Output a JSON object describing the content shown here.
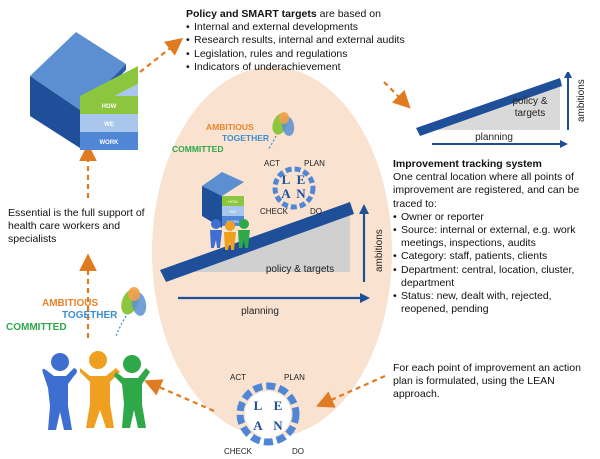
{
  "policy_block": {
    "title_bold": "Policy and SMART targets",
    "title_rest": " are based on",
    "items": [
      "Internal and external developments",
      "Research results, internal and external audits",
      "Legislation, rules and regulations",
      "Indicators of underachievement"
    ]
  },
  "house": {
    "levels": [
      "HOW",
      "WE",
      "WORK"
    ]
  },
  "small_ramp": {
    "policy_label": "policy &",
    "targets_label": "targets",
    "ambitions_label": "ambitions",
    "planning_label": "planning"
  },
  "center": {
    "tags": {
      "ambitious": "AMBITIOUS",
      "together": "TOGETHER",
      "committed": "COMMITTED"
    },
    "pdca": {
      "act": "ACT",
      "plan": "PLAN",
      "check": "CHECK",
      "do": "DO"
    },
    "lean": [
      "L",
      "E",
      "A",
      "N"
    ],
    "house_levels": [
      "HOW",
      "WE",
      "WORK"
    ],
    "ramp_label": "policy & targets",
    "ambitions_label": "ambitions",
    "planning_label": "planning"
  },
  "tracking": {
    "title": "Improvement tracking system",
    "intro": "One central location where all points of improvement are registered, and can be traced to:",
    "items": [
      "Owner or reporter",
      "Source: internal or external, e.g. work meetings, inspections, audits",
      "Category: staff, patients, clients",
      "Department: central, location, cluster, department",
      "Status: new, dealt with, rejected, reopened, pending"
    ]
  },
  "action_plan_text": "For each point of improvement an action plan is formulated, using the LEAN approach.",
  "support_text": "Essential is the full support of health care workers and specialists",
  "left_tags": {
    "ambitious": "AMBITIOUS",
    "together": "TOGETHER",
    "committed": "COMMITTED"
  },
  "bottom_cycle": {
    "pdca": {
      "act": "ACT",
      "plan": "PLAN",
      "check": "CHECK",
      "do": "DO"
    },
    "lean": [
      "L",
      "E",
      "A",
      "N"
    ]
  },
  "colors": {
    "navy": "#1f4f99",
    "arrow": "#e07b22",
    "ellipse": "#f9e2cf",
    "green": "#8cc63f",
    "steel": "#5b8fd1"
  }
}
